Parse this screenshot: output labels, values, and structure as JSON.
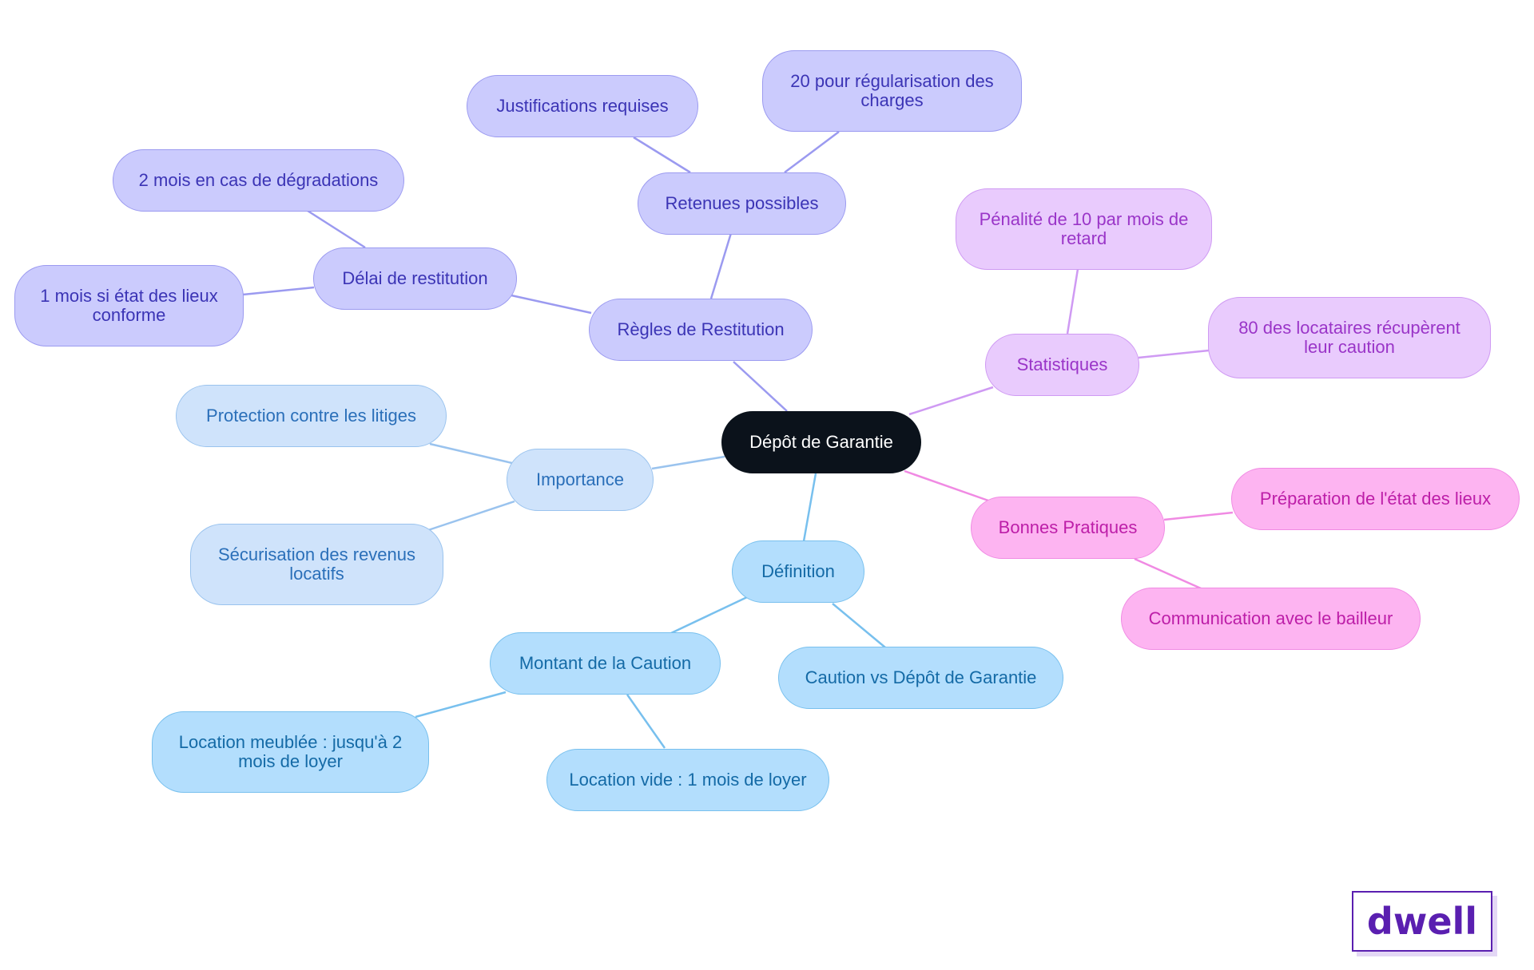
{
  "diagram": {
    "root": {
      "label": "Dépôt de Garantie"
    },
    "branches": {
      "regles": {
        "label": "Règles de Restitution",
        "delai": {
          "label": "Délai de restitution",
          "un_mois": "1 mois si état des lieux conforme",
          "deux_mois": "2 mois en cas de dégradations"
        },
        "retenues": {
          "label": "Retenues possibles",
          "justifications": "Justifications requises",
          "regularisation": "20 pour régularisation des charges"
        }
      },
      "statistiques": {
        "label": "Statistiques",
        "penalite": "Pénalité de 10 par mois de retard",
        "recuperent": "80 des locataires récupèrent leur caution"
      },
      "bonnes_pratiques": {
        "label": "Bonnes Pratiques",
        "preparation": "Préparation de l'état des lieux",
        "communication": "Communication avec le bailleur"
      },
      "importance": {
        "label": "Importance",
        "protection": "Protection contre les litiges",
        "securisation": "Sécurisation des revenus locatifs"
      },
      "definition": {
        "label": "Définition",
        "caution_vs": "Caution vs Dépôt de Garantie",
        "montant": {
          "label": "Montant de la Caution",
          "meublee": "Location meublée : jusqu'à 2 mois de loyer",
          "vide": "Location vide : 1 mois de loyer"
        }
      }
    },
    "colors": {
      "root": "#0b121b",
      "purple": "#cbcbfd",
      "lavender": "#e9cbfd",
      "pink": "#fdb4f1",
      "light_blue": "#cfe3fb",
      "sky": "#b3defd",
      "edge_purple": "#9b9af0",
      "edge_lavender": "#cf9af3",
      "edge_pink": "#f08ae3",
      "edge_light_blue": "#9ac3ee",
      "edge_sky": "#78c0ee"
    }
  },
  "brand": {
    "logo_text": "dwell",
    "color": "#5a1fb0"
  }
}
